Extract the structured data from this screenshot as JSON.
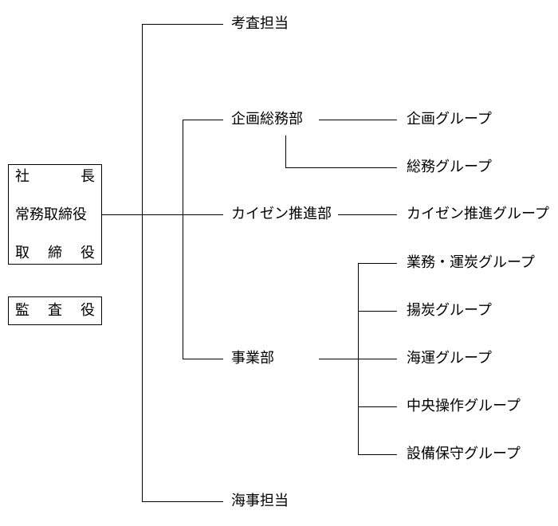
{
  "executives": {
    "president": [
      "社",
      "長"
    ],
    "managing_director": "常務取締役",
    "director": [
      "取",
      "締",
      "役"
    ]
  },
  "auditor": [
    "監",
    "査",
    "役"
  ],
  "departments": {
    "audit_officer": "考査担当",
    "planning": "企画総務部",
    "kaizen": "カイゼン推進部",
    "business": "事業部",
    "marine_officer": "海事担当"
  },
  "groups": {
    "planning_group": "企画グループ",
    "general_affairs_group": "総務グループ",
    "kaizen_group": "カイゼン推進グループ",
    "business_transport_group": "業務・運炭グループ",
    "coal_lifting_group": "揚炭グループ",
    "marine_transport_group": "海運グループ",
    "central_control_group": "中央操作グループ",
    "facility_maintenance_group": "設備保守グループ"
  },
  "colors": {
    "line": "#000000",
    "text": "#000000",
    "background": "#ffffff"
  }
}
